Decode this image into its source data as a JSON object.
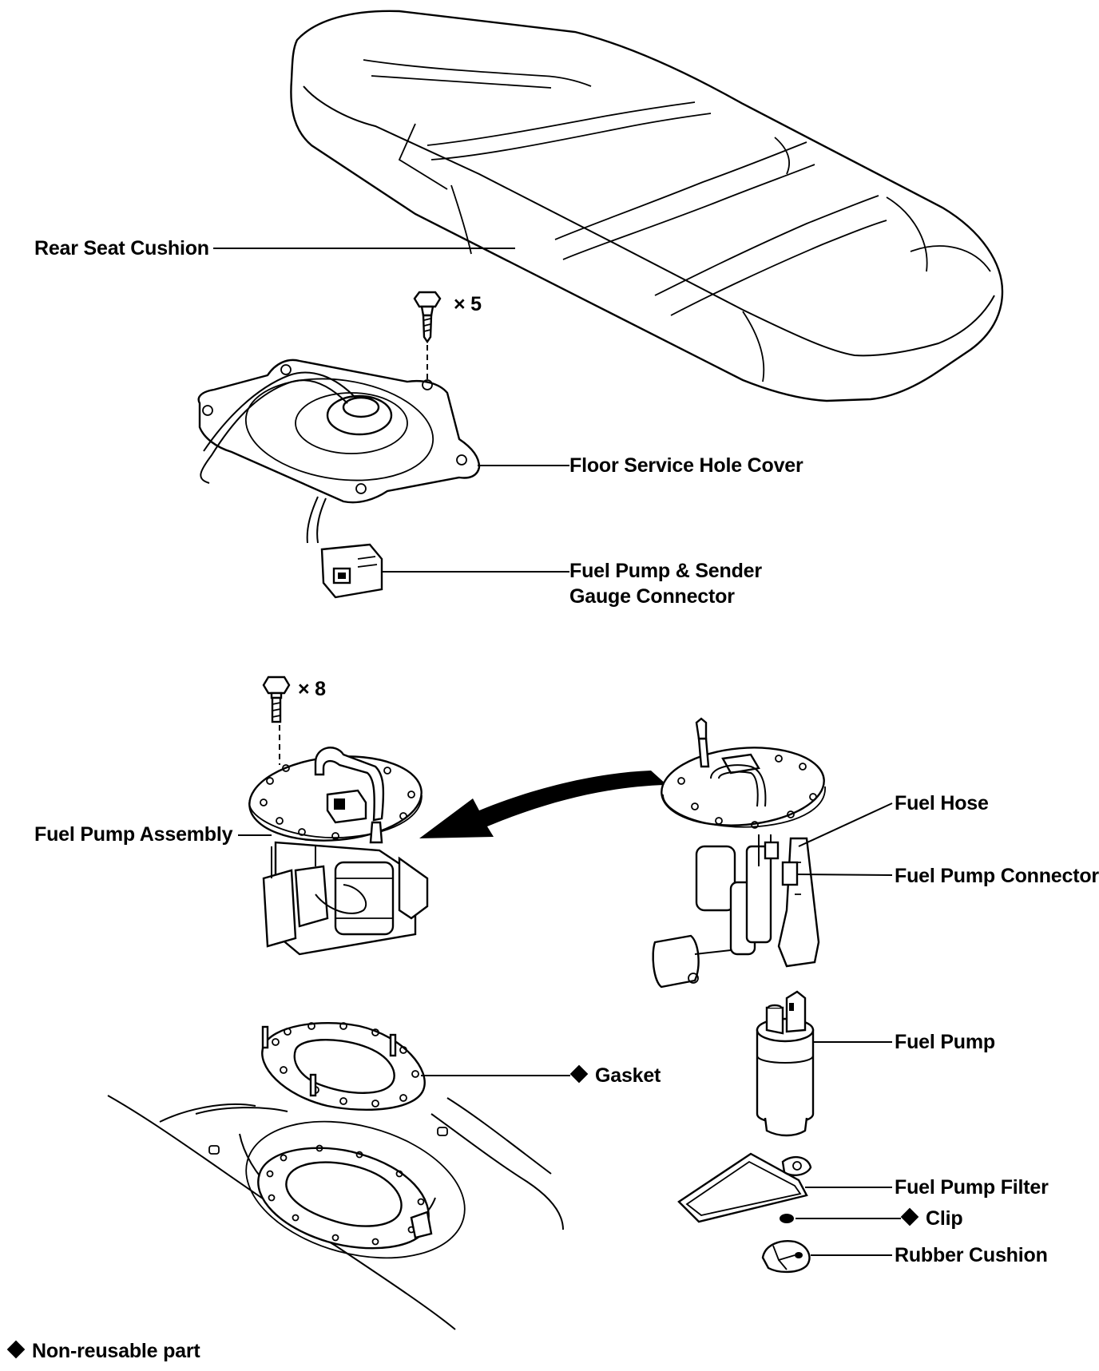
{
  "labels": {
    "rear_seat_cushion": "Rear Seat Cushion",
    "screw_qty": "× 5",
    "floor_service_hole_cover": "Floor Service Hole Cover",
    "connector_line1": "Fuel Pump & Sender",
    "connector_line2": "Gauge Connector",
    "bolt_qty": "× 8",
    "fuel_pump_assembly": "Fuel Pump Assembly",
    "fuel_hose": "Fuel Hose",
    "fuel_pump_connector": "Fuel Pump Connector",
    "fuel_pump": "Fuel Pump",
    "gasket": "Gasket",
    "fuel_pump_filter": "Fuel Pump Filter",
    "clip": "Clip",
    "rubber_cushion": "Rubber Cushion",
    "legend": "Non-reusable part"
  },
  "non_reusable_parts": [
    "Gasket",
    "Clip"
  ]
}
